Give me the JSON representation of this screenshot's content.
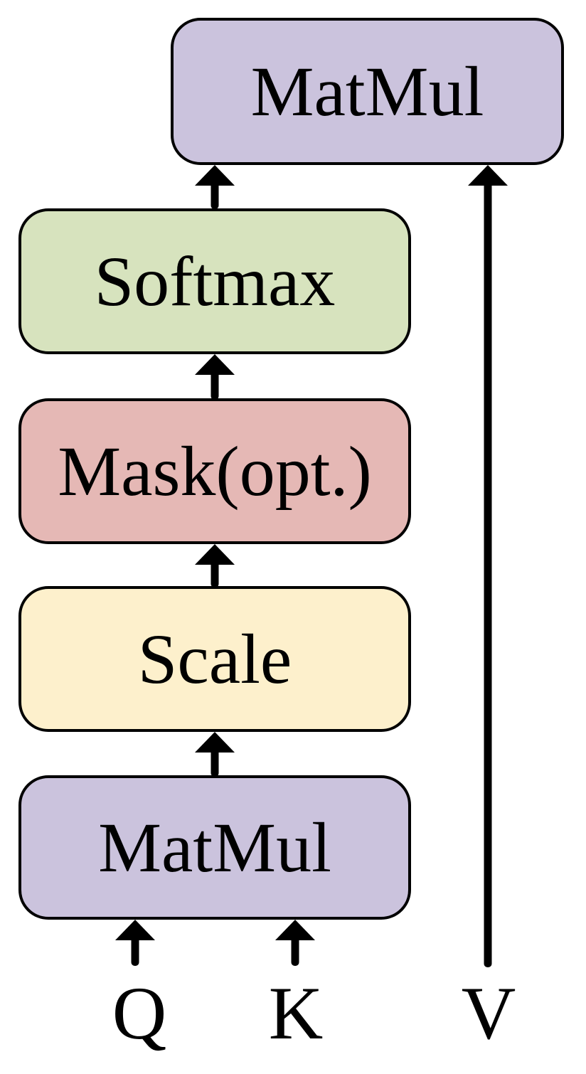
{
  "colors": {
    "background": "#ffffff",
    "stroke": "#000000",
    "node-matmul": "#cbc3dd",
    "node-softmax": "#d7e3be",
    "node-mask": "#e5b8b5",
    "node-scale": "#fdf0cc"
  },
  "diagram": {
    "type": "flow-diagram",
    "nodes": {
      "matmul_top": {
        "label": "MatMul",
        "color": "#cbc3dd"
      },
      "softmax": {
        "label": "Softmax",
        "color": "#d7e3be"
      },
      "mask": {
        "label": "Mask(opt.)",
        "color": "#e5b8b5"
      },
      "scale": {
        "label": "Scale",
        "color": "#fdf0cc"
      },
      "matmul_bottom": {
        "label": "MatMul",
        "color": "#cbc3dd"
      }
    },
    "inputs": {
      "q": {
        "label": "Q"
      },
      "k": {
        "label": "K"
      },
      "v": {
        "label": "V"
      }
    },
    "edges": [
      {
        "from": "q",
        "to": "matmul_bottom"
      },
      {
        "from": "k",
        "to": "matmul_bottom"
      },
      {
        "from": "matmul_bottom",
        "to": "scale"
      },
      {
        "from": "scale",
        "to": "mask"
      },
      {
        "from": "mask",
        "to": "softmax"
      },
      {
        "from": "softmax",
        "to": "matmul_top"
      },
      {
        "from": "v",
        "to": "matmul_top"
      }
    ]
  }
}
